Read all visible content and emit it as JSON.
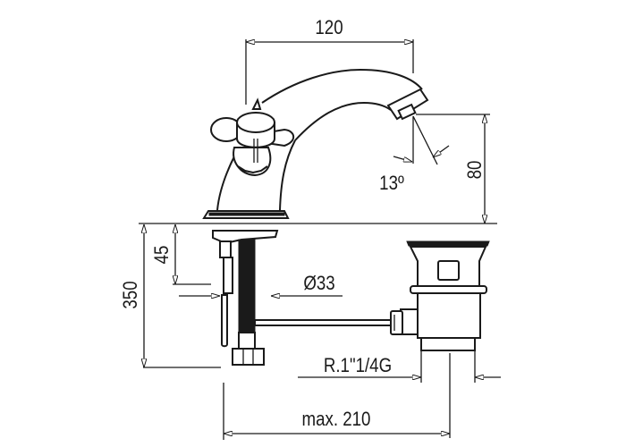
{
  "drawing": {
    "dim_spout_reach": "120",
    "dim_spout_height": "80",
    "dim_spout_angle": "13º",
    "dim_shank_length": "45",
    "dim_total_below": "350",
    "dim_hole_diameter": "Ø33",
    "dim_drain_thread": "R.1\"1/4G",
    "dim_max_distance": "max. 210"
  },
  "colors": {
    "line": "#1a1a1a",
    "background": "#ffffff"
  }
}
